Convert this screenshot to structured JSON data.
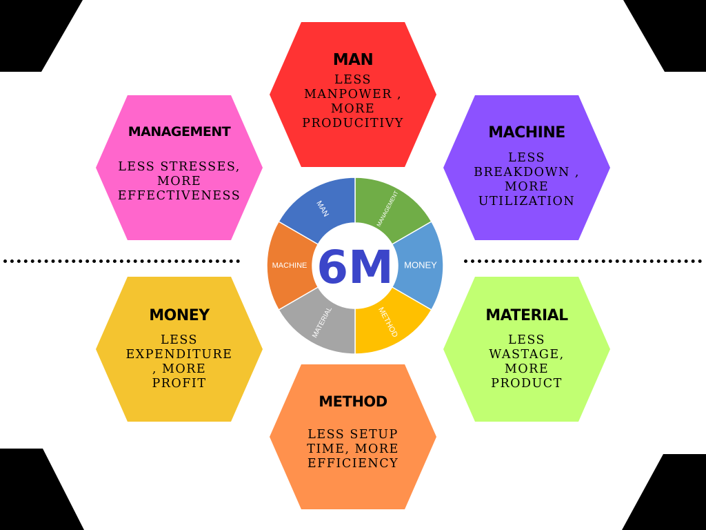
{
  "center": {
    "label": "6M"
  },
  "wheel": {
    "segments": [
      {
        "label": "MANAGEMENT",
        "color": "#70ad47"
      },
      {
        "label": "MONEY",
        "color": "#5b9bd5"
      },
      {
        "label": "METHOD",
        "color": "#ffc000"
      },
      {
        "label": "MATERIAL",
        "color": "#a5a5a5"
      },
      {
        "label": "MACHINE",
        "color": "#ed7d31"
      },
      {
        "label": "MAN",
        "color": "#4472c4"
      }
    ],
    "ring_color": "#ffffff"
  },
  "hexagons": {
    "man": {
      "title": "MAN",
      "body": [
        "LESS",
        "MANPOWER ,",
        "MORE",
        "PRODUCITIVY"
      ],
      "color": "#ff3333"
    },
    "management": {
      "title": "MANAGEMENT",
      "body": [
        "LESS STRESSES,",
        "MORE",
        "EFFECTIVENESS"
      ],
      "color": "#ff66cc"
    },
    "machine": {
      "title": "MACHINE",
      "body": [
        "LESS",
        "BREAKDOWN ,",
        "MORE",
        "UTILIZATION"
      ],
      "color": "#8c52ff"
    },
    "money": {
      "title": "MONEY",
      "body": [
        "LESS",
        "EXPENDITURE",
        ", MORE",
        "PROFIT"
      ],
      "color": "#f4c430"
    },
    "material": {
      "title": "MATERIAL",
      "body": [
        "LESS",
        "WASTAGE,",
        "MORE",
        "PRODUCT"
      ],
      "color": "#c1ff72"
    },
    "method": {
      "title": "METHOD",
      "body": [
        "LESS SETUP",
        "TIME, MORE",
        "EFFICIENCY"
      ],
      "color": "#ff914d"
    }
  }
}
